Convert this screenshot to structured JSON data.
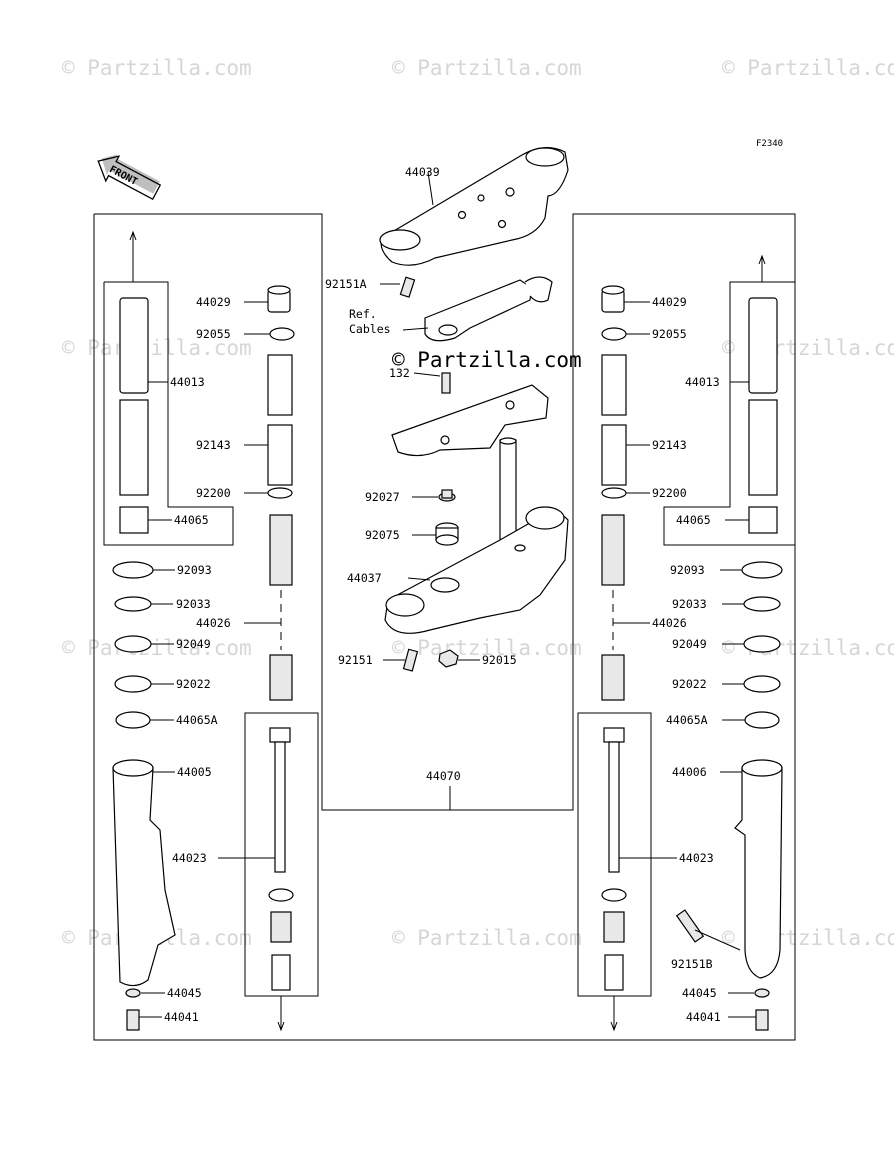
{
  "figure_code": "F2340",
  "front_arrow_label": "FRONT",
  "watermark": {
    "text": "© Partzilla.com"
  },
  "reference_note": {
    "line1": "Ref.",
    "line2": "Cables"
  },
  "labels": {
    "l44039": "44039",
    "l92151A": "92151A",
    "l132": "132",
    "l92027": "92027",
    "l92075": "92075",
    "l44037": "44037",
    "l92151": "92151",
    "l92015": "92015",
    "l44070": "44070",
    "left_44029": "44029",
    "left_92055": "92055",
    "left_44013": "44013",
    "left_92143": "92143",
    "left_92200": "92200",
    "left_44065": "44065",
    "left_92093": "92093",
    "left_92033": "92033",
    "left_44026": "44026",
    "left_92049": "92049",
    "left_92022": "92022",
    "left_44065A": "44065A",
    "left_44005": "44005",
    "left_44023": "44023",
    "left_44045": "44045",
    "left_44041": "44041",
    "right_44029": "44029",
    "right_92055": "92055",
    "right_44013": "44013",
    "right_92143": "92143",
    "right_92200": "92200",
    "right_44065": "44065",
    "right_92093": "92093",
    "right_92033": "92033",
    "right_44026": "44026",
    "right_92049": "92049",
    "right_92022": "92022",
    "right_44065A": "44065A",
    "right_44006": "44006",
    "right_44023": "44023",
    "right_92151B": "92151B",
    "right_44045": "44045",
    "right_44041": "44041"
  },
  "colors": {
    "line": "#000000",
    "watermark": "#d6d6d6",
    "background": "#ffffff"
  }
}
